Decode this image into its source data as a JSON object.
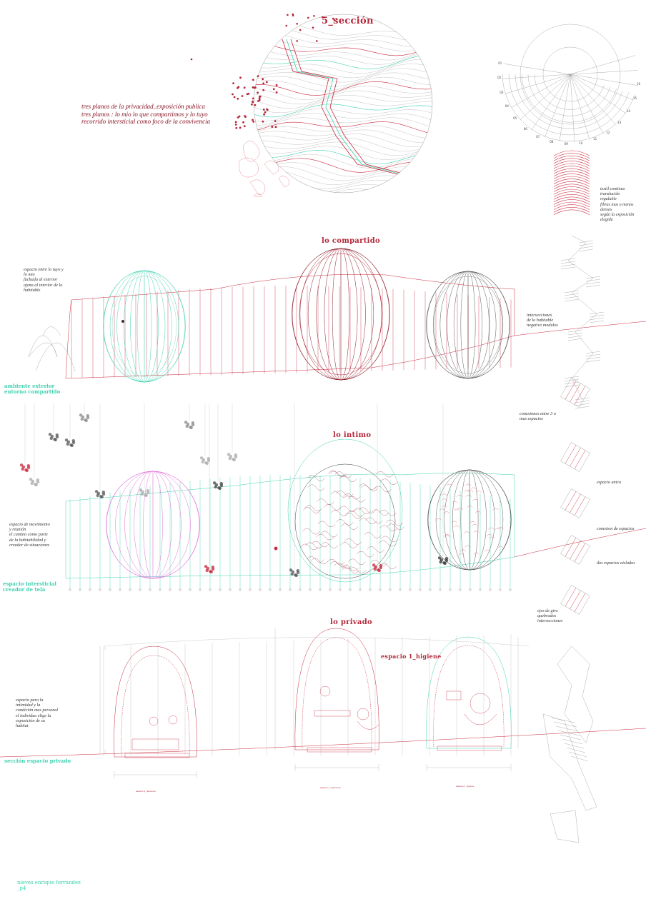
{
  "colors": {
    "red": "#c8283c",
    "dark_red": "#8a1525",
    "teal": "#3fd1b0",
    "grey": "#777777",
    "magenta": "#e06ad8"
  },
  "section_title": "5_sección",
  "intro_lines": [
    "tres planos de la privacidad_exposición publica",
    "tres planos : lo mio lo que compartimos y lo tuyo",
    "recorrido intersticial como foco de la convivencia"
  ],
  "compass_ticks": [
    "01",
    "02",
    "03",
    "04",
    "05",
    "06",
    "07",
    "08",
    "09",
    "10",
    "11",
    "12",
    "13",
    "14",
    "15",
    "16"
  ],
  "textile_note": [
    "textil continuo",
    "translucido",
    "regulable",
    "fibras mas o menos",
    "densas",
    "según la exposición",
    "elegida"
  ],
  "shared": {
    "title": "lo compartido",
    "left_note": [
      "espacio entre lo tuyo y",
      "lo mio",
      "fachada al exterior",
      "ajena al interior de lo",
      "habitable"
    ],
    "right_note": [
      "intersecciones",
      "de lo habitable",
      "negativo modulos"
    ],
    "footer": [
      "ambiente exterior",
      "entorno compartido"
    ]
  },
  "intimate": {
    "title": "lo intimo",
    "left_note": [
      "espacio de movimiento",
      "y reunión",
      "el camino como parte",
      "de la habitabilidad y",
      "creador de situaciones"
    ],
    "footer": [
      "espacio intersticial",
      "creador de tela"
    ],
    "right_notes": {
      "connections": [
        "conexiones entre 3 o",
        "mas espacios"
      ],
      "single": "espacio unico",
      "connection": "conexion de espacios",
      "isolated": "dos espacios aislados",
      "axes": [
        "ejes de giro",
        "quebrados",
        "intersecciones"
      ]
    }
  },
  "private": {
    "title": "lo privado",
    "callout": "espacio 1_higiene",
    "left_note": [
      "espacio para la",
      "intimidad y la",
      "condición mas personal",
      "el individuo elige la",
      "exposición de su",
      "habitat"
    ],
    "footer": "sección  espacio privado",
    "captions": [
      "espacio 2_descanso",
      "espacio 1_relacional",
      "espacio 1_higiene"
    ]
  },
  "author": [
    "nieves enrique ferrandez",
    "_p4"
  ]
}
